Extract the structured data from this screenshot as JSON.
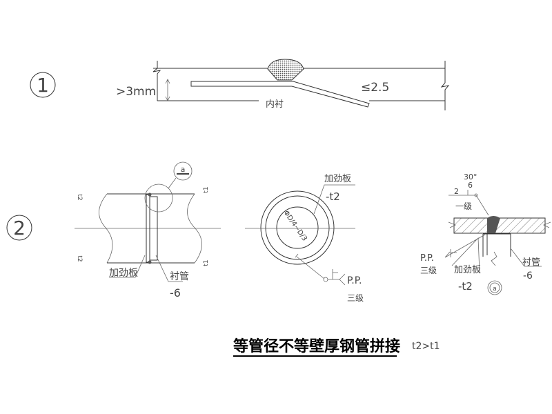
{
  "detail1": {
    "marker": "1",
    "gap_label": ">3mm",
    "liner_label": "内衬",
    "slope_label": "≤2.5"
  },
  "detail2": {
    "marker": "2",
    "detail_ref": "a",
    "side_left": "t2",
    "side_right": "t1",
    "side_view": {
      "plate_label": "加劲板",
      "liner_label": "衬管",
      "liner_thk": "-6"
    },
    "section": {
      "plate_label": "加劲板",
      "plate_thk": "-t2",
      "dia_label": "ΦD/4~D/3",
      "weld_label": "P.P.",
      "weld_grade": "三级"
    },
    "detail_a": {
      "angle": "30°",
      "depth": "6",
      "gap": "2",
      "grade_top": "一级",
      "weld_label": "P.P.",
      "weld_grade": "三级",
      "plate_label": "加劲板",
      "plate_thk": "-t2",
      "liner_label": "衬管",
      "liner_thk": "-6",
      "ref": "a"
    }
  },
  "title": "等管径不等壁厚钢管拼接",
  "note": "t2>t1"
}
